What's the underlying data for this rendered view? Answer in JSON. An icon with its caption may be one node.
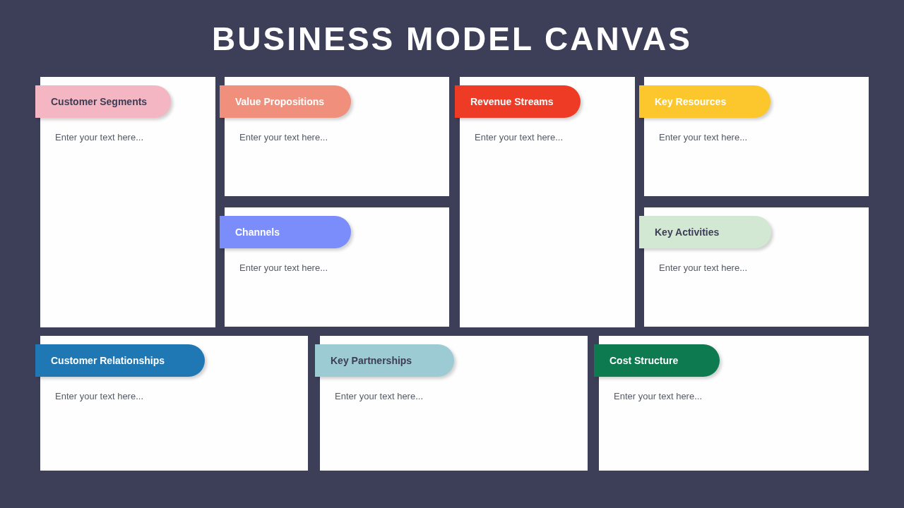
{
  "diagram": {
    "title": "BUSINESS MODEL CANVAS",
    "nodes": [
      {
        "text": [
          "Customer Segments",
          "Enter your text here..."
        ]
      },
      {
        "text": [
          "Value Propositions",
          "Enter your text here..."
        ]
      },
      {
        "text": [
          "Revenue Streams",
          "Enter your text here..."
        ]
      },
      {
        "text": [
          "Key Resources",
          "Enter your text here..."
        ]
      },
      {
        "text": [
          "Channels",
          "Enter your text here..."
        ]
      },
      {
        "text": [
          "Key Activities",
          "Enter your text here..."
        ]
      },
      {
        "text": [
          "Customer Relationships",
          "Enter your text here..."
        ]
      },
      {
        "text": [
          "Key Partnerships",
          "Enter your text here..."
        ]
      },
      {
        "text": [
          "Cost Structure",
          "Enter your text here..."
        ]
      }
    ]
  }
}
